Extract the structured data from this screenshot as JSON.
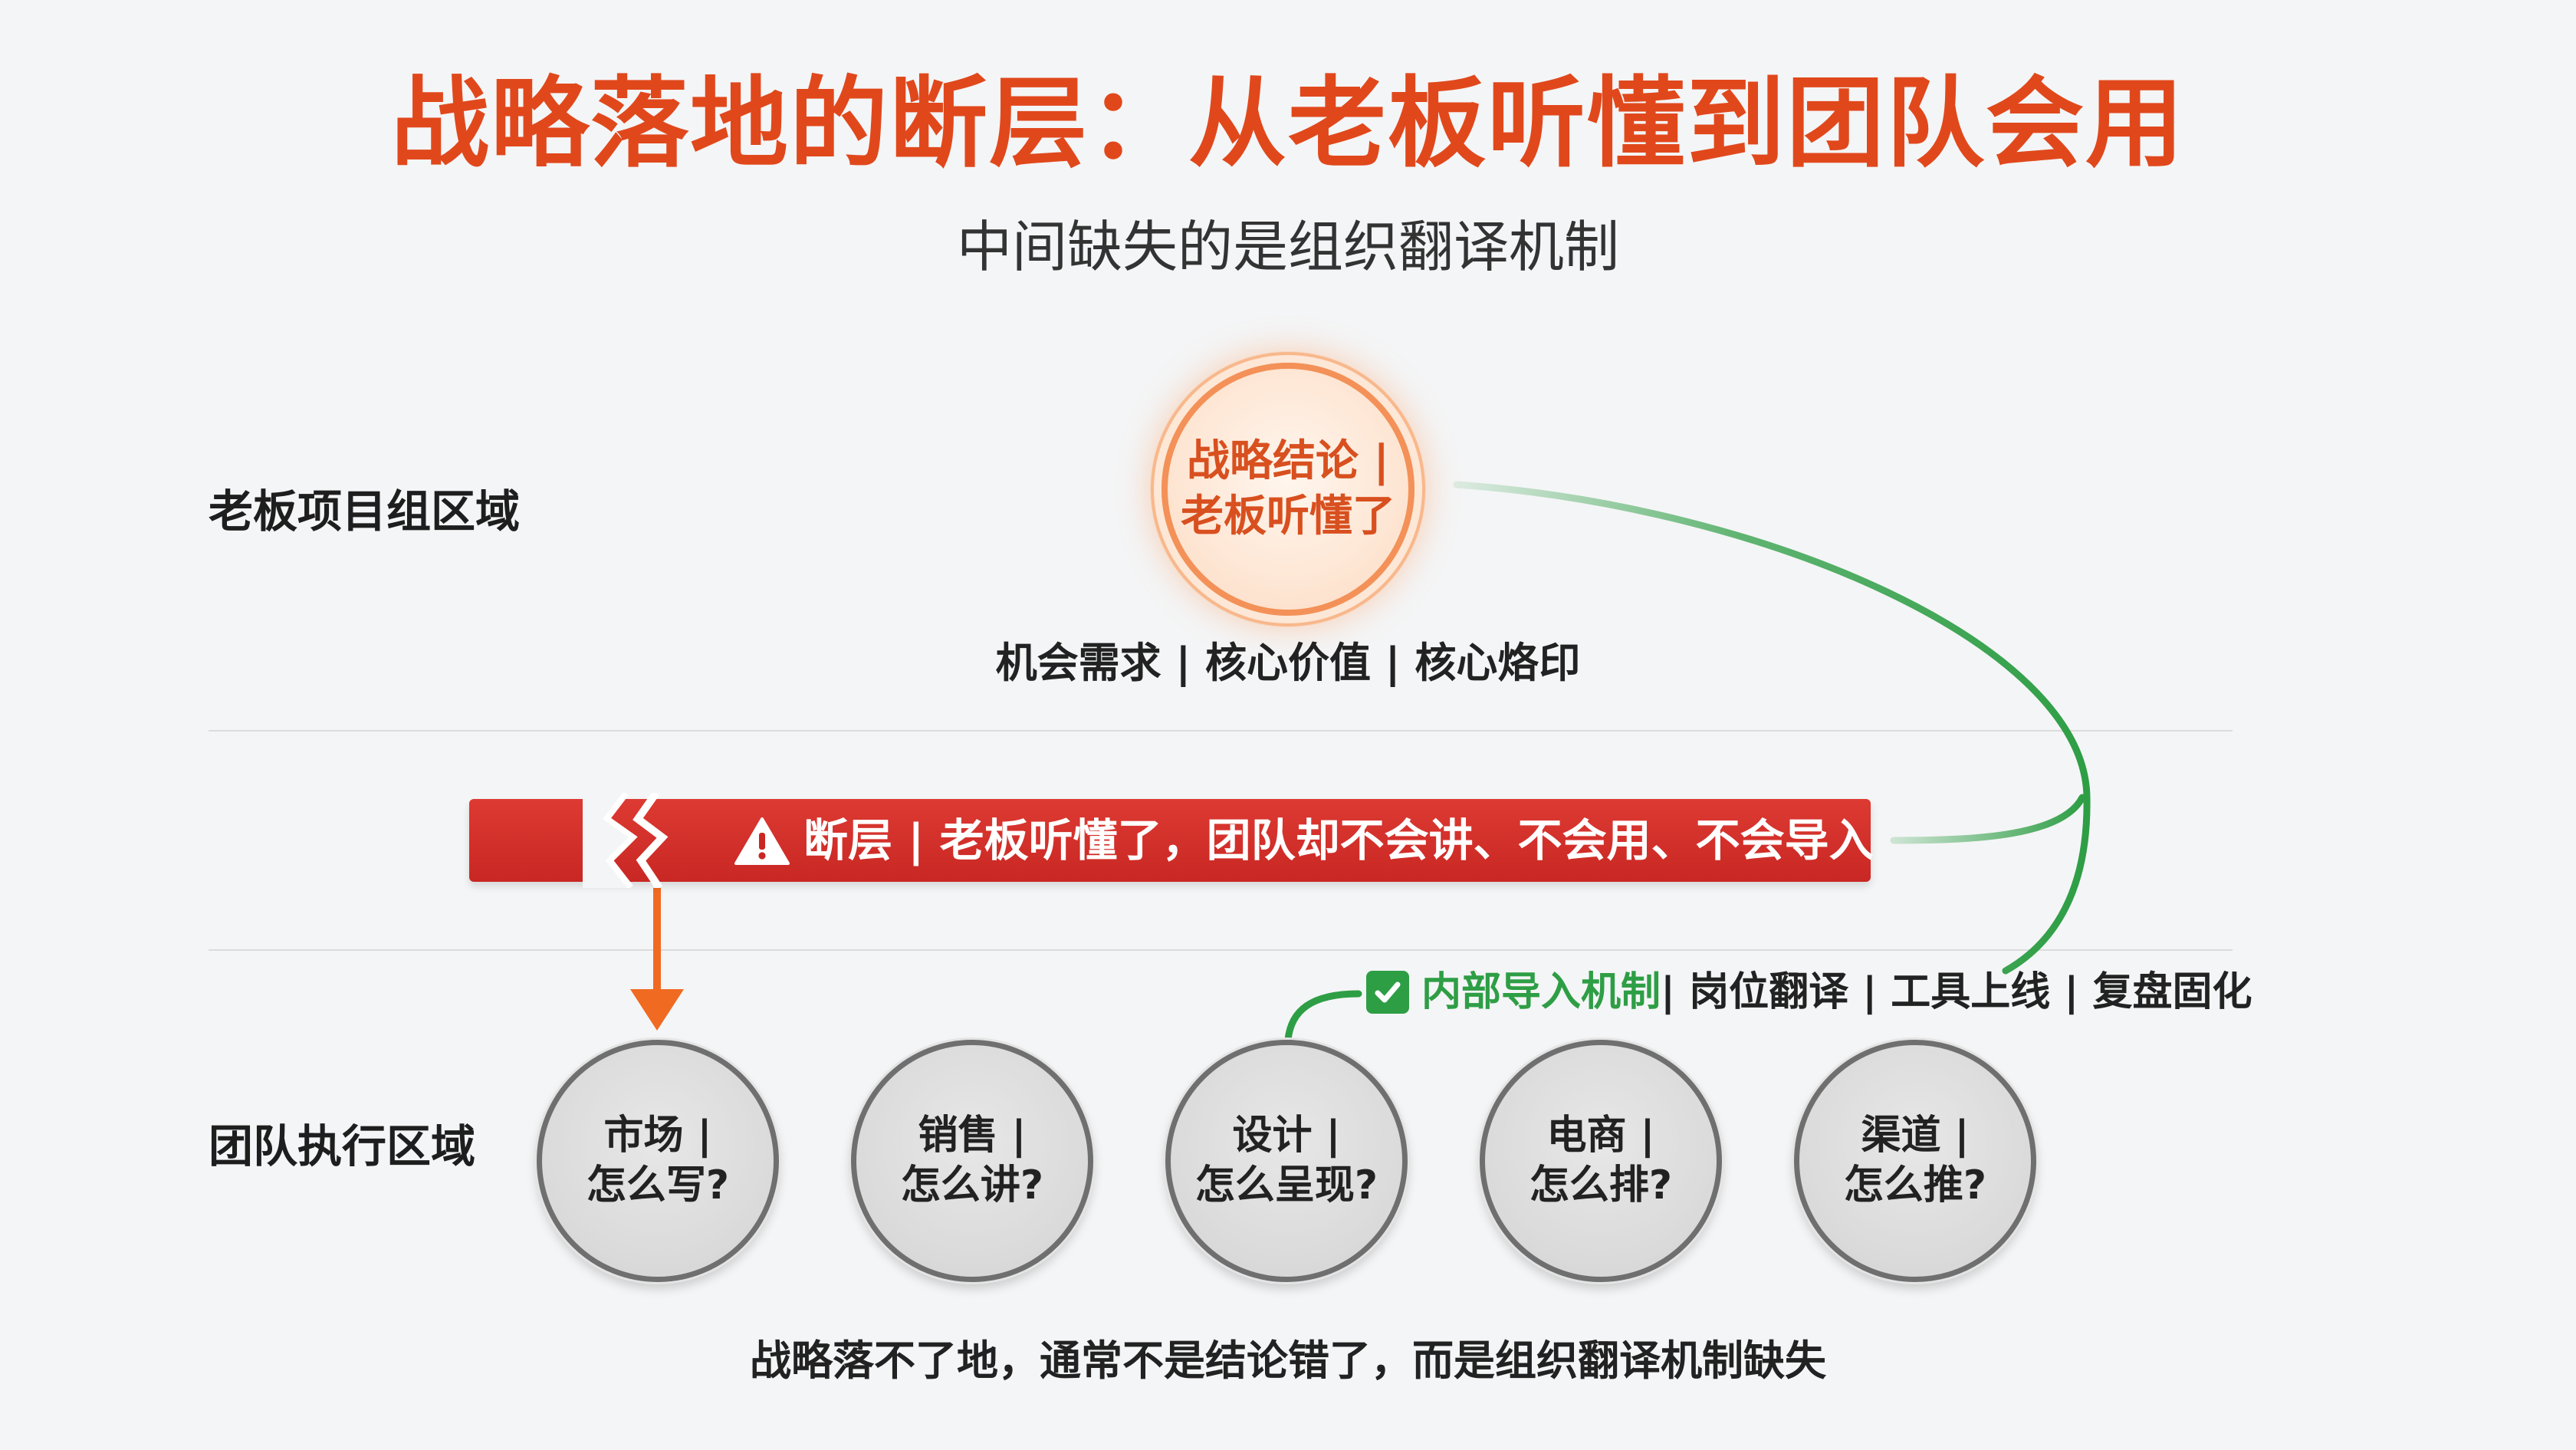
{
  "title": "战略落地的断层：从老板听懂到团队会用",
  "subtitle": "中间缺失的是组织翻译机制",
  "regions": {
    "boss": "老板项目组区域",
    "team": "团队执行区域"
  },
  "core": {
    "line1": "战略结论 |",
    "line2": "老板听懂了",
    "sub": "机会需求 | 核心价值 | 核心烙印"
  },
  "gap": {
    "text": "断层 | 老板听懂了，团队却不会讲、不会用、不会导入"
  },
  "mechanism": {
    "label": "内部导入机制",
    "steps": " | 岗位翻译 | 工具上线 | 复盘固化"
  },
  "teams": [
    {
      "line1": "市场 |",
      "line2": "怎么写?"
    },
    {
      "line1": "销售 |",
      "line2": "怎么讲?"
    },
    {
      "line1": "设计 |",
      "line2": "怎么呈现?"
    },
    {
      "line1": "电商 |",
      "line2": "怎么排?"
    },
    {
      "line1": "渠道 |",
      "line2": "怎么推?"
    }
  ],
  "footer": "战略落不了地，通常不是结论错了，而是组织翻译机制缺失",
  "colors": {
    "title": "#e0481c",
    "gap": "#d2302b",
    "mechanism": "#2e9e45",
    "core_ring": "#f39158",
    "arrow": "#f06a22"
  }
}
